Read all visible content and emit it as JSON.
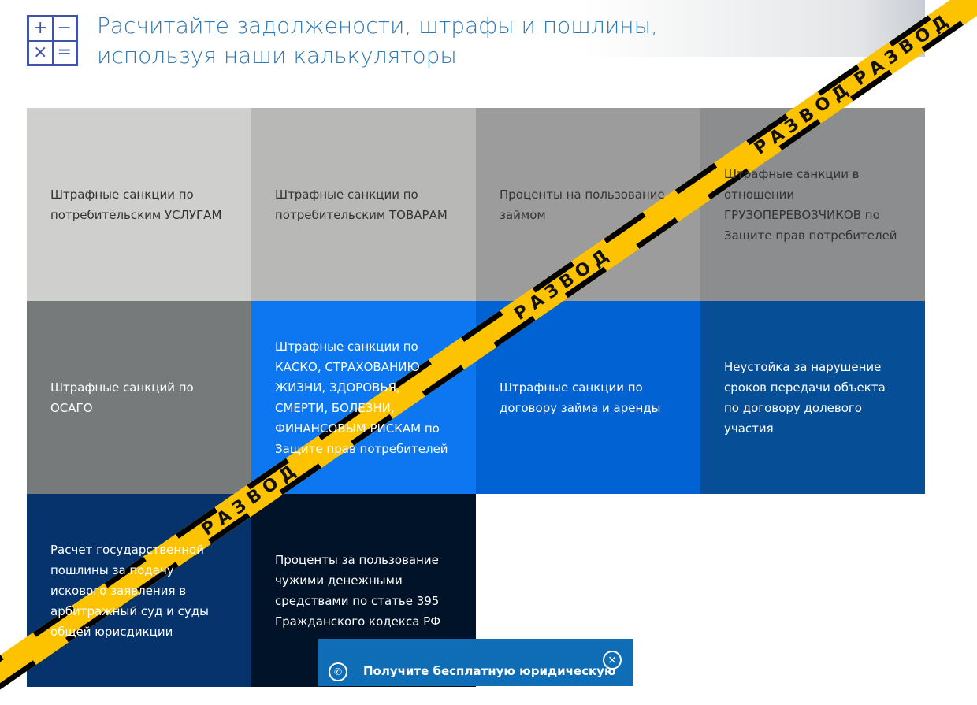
{
  "header": {
    "title_line1": "Расчитайте задолжености, штрафы и пошлины,",
    "title_line2": "используя наши калькуляторы",
    "icon_symbols": [
      "+",
      "−",
      "×",
      "="
    ]
  },
  "tiles": [
    {
      "label": "Штрафные санкции по потребительским УСЛУГАМ",
      "color": "#cfcfcd"
    },
    {
      "label": "Штрафные санкции по потребительским ТОВАРАМ",
      "color": "#b8b9b7"
    },
    {
      "label": "Проценты на пользование займом",
      "color": "#9b9c9b"
    },
    {
      "label": "Штрафные санкции в отношении ГРУЗОПЕРЕВОЗЧИКОВ по Защите прав потребителей",
      "color": "#8c8d8f"
    },
    {
      "label": "Штрафные санкций по ОСАГО",
      "color": "#777a7a"
    },
    {
      "label": "Штрафные санкции по КАСКО, СТРАХОВАНИЮ ЖИЗНИ, ЗДОРОВЬЯ, СМЕРТИ, БОЛЕЗНИ, ФИНАНСОВЫМ РИСКАМ по Защите прав потребителей",
      "color": "#0d77f2"
    },
    {
      "label": "Штрафные санкции по договору займа и аренды",
      "color": "#0062d3"
    },
    {
      "label": "Неустойка за нарушение сроков передачи объекта по договору долевого участия",
      "color": "#064f96"
    },
    {
      "label": "Расчет государственной пошлины за подачу искового заявления в арбитражный суд и суды общей юрисдикции",
      "color": "#07336c"
    },
    {
      "label": "Проценты за пользование чужими денежными средствами по статье 395 Гражданского кодекса РФ",
      "color": "#011329"
    }
  ],
  "tape": {
    "word": "РАЗВОД"
  },
  "popup": {
    "text": "Получите бесплатную юридическую",
    "close_symbol": "×",
    "icon": "whatsapp-icon"
  }
}
